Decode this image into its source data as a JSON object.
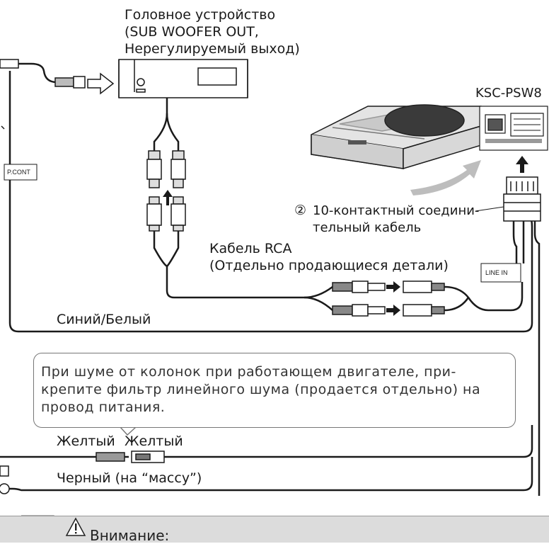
{
  "head_unit": {
    "line1": "Головное устройство",
    "line2": "(SUB WOOFER OUT,",
    "line3": "Нерегулируемый выход)"
  },
  "model": "KSC-PSW8",
  "connector": {
    "number": "②",
    "line1": "10-контактный соедини-",
    "line2": "тельный кабель"
  },
  "rca": {
    "line1": "Кабель RCA",
    "line2": "(Отдельно продающиеся детали)"
  },
  "tags": {
    "pcont": "P.CONT",
    "line_in": "LINE IN"
  },
  "wires": {
    "blue_white": "Синий/Белый",
    "yellow_a": "Желтый",
    "yellow_b": "Желтый",
    "black": "Черный (на “массу”)"
  },
  "note": "При шуме от колонок при работающем двигателе, при-крепите фильтр линейного шума (продается отдельно) на провод питания.",
  "warning": {
    "title": "Внимание:",
    "icon": "warning-triangle-icon"
  },
  "colors": {
    "line": "#1a1a1a",
    "speaker_body": "#e4e4e4",
    "grille": "#3a3a3a",
    "warning_bg": "#dcdcdc"
  }
}
